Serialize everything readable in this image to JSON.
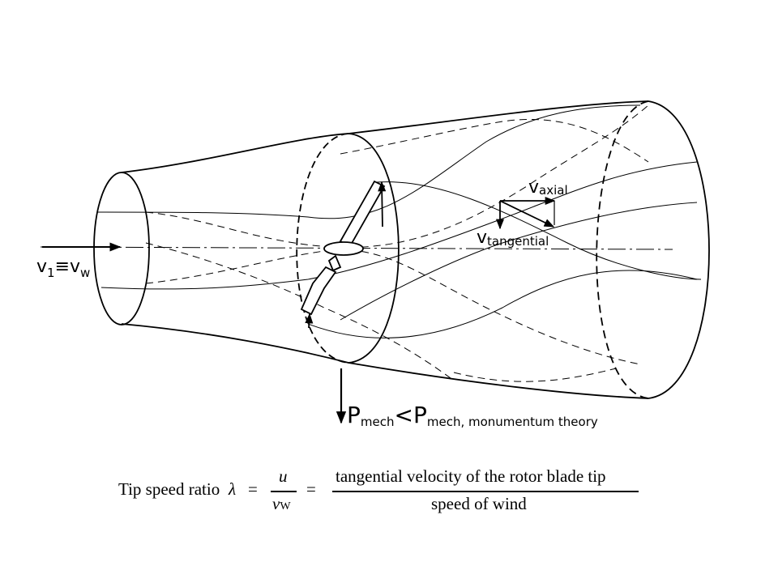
{
  "diagram": {
    "labels": {
      "v1": "v",
      "v1_sub": "1",
      "v1_eq": "≡v",
      "v1_sub2": "w",
      "v_axial": "v",
      "v_axial_sub": "axial",
      "v_tangential": "v",
      "v_tangential_sub": "tangential",
      "p_mech": "P",
      "p_mech_sub": "mech",
      "lt": "<P",
      "p_mech2_sub": "mech, monumentum theory"
    },
    "formula": {
      "lead": "Tip speed ratio",
      "lambda": "λ",
      "equals": "=",
      "num_left": "u",
      "den_left": "v",
      "den_left_sub": "W",
      "equals2": "=",
      "num_right": "tangential velocity of the rotor blade tip",
      "den_right": "speed of wind"
    }
  }
}
